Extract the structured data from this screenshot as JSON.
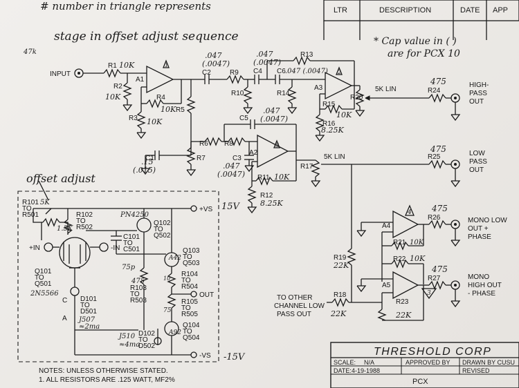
{
  "revision_block": {
    "ltr": "LTR",
    "description": "DESCRIPTION",
    "date": "DATE",
    "app": "APP"
  },
  "handwritten_notes": {
    "top_note_1": "* Cap value in ( )",
    "top_note_2": "are for PCX 10",
    "stage_note_1": "# number in triangle represents",
    "stage_note_2": "stage in offset adjust sequence",
    "corner_mark": "47k",
    "offset_label": "offset adjust",
    "supply_plus": "15V",
    "supply_minus": "-15V"
  },
  "signals": {
    "input": "INPUT",
    "highpass": [
      "HIGH-",
      "PASS",
      "OUT"
    ],
    "lowpass": [
      "LOW",
      "PASS",
      "OUT"
    ],
    "mono_low": [
      "MONO LOW",
      "OUT +",
      "PHASE"
    ],
    "mono_high": [
      "MONO",
      "HIGH OUT",
      "- PHASE"
    ],
    "other_channel": [
      "TO OTHER",
      "CHANNEL LOW",
      "PASS OUT"
    ],
    "plus_in": "+IN",
    "minus_in": "-IN",
    "plus_vs": "+VS",
    "minus_vs": "-VS",
    "out": "OUT"
  },
  "components": {
    "R1": "R1",
    "R1v": "10K",
    "R2": "R2",
    "R2v": "10K",
    "R3": "R3",
    "R3v": "10K",
    "R4": "R4",
    "R4v": "10K",
    "R5": "R5",
    "R6": "R6",
    "R7": "R7",
    "R8": "R8",
    "R9": "R9",
    "R10": "R10",
    "R11": "R11",
    "R11v": "10K",
    "R12": "R12",
    "R12v": "8.25K",
    "R13": "R13",
    "R14": "R14",
    "R15": "R15",
    "R15v": "10K",
    "R16": "R16",
    "R16v": "8.25K",
    "R17": "R17",
    "R17v": "5K LIN",
    "R19": "R19",
    "R19v": "22K",
    "R18": "R18",
    "R18v": "22K",
    "R20": "R20",
    "R20v": "5K LIN",
    "R21": "R21",
    "R21v": "10K",
    "R22": "R22",
    "R22v": "10K",
    "R23": "R23",
    "R23v": "22K",
    "R24": "R24",
    "R24v": "475",
    "R25": "R25",
    "R25v": "475",
    "R26": "R26",
    "R26v": "475",
    "R27": "R27",
    "R27v": "475",
    "C1": "C1",
    "C1v1": ".15",
    "C1v2": "(.015)",
    "C2": "C2",
    "C2v1": ".047",
    "C2v2": "(.0047)",
    "C3": "C3",
    "C3v1": ".047",
    "C3v2": "(.0047)",
    "C4": "C4",
    "C4v1": ".047",
    "C4v2": "(.0047)",
    "C5": "C5",
    "C5v1": ".047",
    "C5v2": "(.0047)",
    "C6": "C6",
    "C6v": ".047 (.0047)",
    "A1": "A1",
    "A2": "A2",
    "A3": "A3",
    "A4": "A4",
    "A5": "A5",
    "t1": "1",
    "t2": "2",
    "t3": "3",
    "t4": "4",
    "t5": "5",
    "R101": "R101",
    "R101b": "TO",
    "R101c": "R501",
    "R101v": "5K",
    "R102": "R102",
    "R102b": "TO",
    "R102c": "R502",
    "R102v": "1.5K",
    "Q101": "Q101",
    "Q101b": "TO",
    "Q101c": "Q501",
    "Q101v": "2N5566",
    "D101": "D101",
    "D101b": "TO",
    "D101c": "D501",
    "D101v1": "J507",
    "D101v2": "≈2ma",
    "Q102": "Q102",
    "Q102b": "TO",
    "Q102c": "Q502",
    "Q102v": "PN4250",
    "C101": "C101",
    "C101b": "TO",
    "C101c": "C501",
    "C101v": "75p",
    "Q103": "Q103",
    "Q103b": "TO",
    "Q103c": "Q503",
    "Q103v": "A42",
    "R103": "R103",
    "R103b": "TO",
    "R103c": "R503",
    "R103v": "475",
    "R104": "R104",
    "R104b": "TO",
    "R104c": "R504",
    "R104v": "10",
    "R105": "R105",
    "R105b": "TO",
    "R105c": "R505",
    "R105v": "75",
    "Q104": "Q104",
    "Q104b": "TO",
    "Q104c": "Q504",
    "Q104v": "A92",
    "D102": "D102",
    "D102b": "TO",
    "D102c": "D502",
    "D102v1": "J510",
    "D102v2": "≈4ma",
    "pinC": "C",
    "pinA": "A"
  },
  "notes": {
    "line1": "NOTES: UNLESS OTHERWISE STATED.",
    "line2": "1. ALL RESISTORS ARE .125 WATT, MF2%"
  },
  "title_block": {
    "company": "THRESHOLD CORP",
    "scale_label": "SCALE:",
    "scale_value": "N/A",
    "approved": "APPROVED BY",
    "drawn": "DRAWN BY CUSU",
    "date_label": "DATE:",
    "date_value": "4-19-1988",
    "revised": "REVISED",
    "doc": "PCX"
  }
}
